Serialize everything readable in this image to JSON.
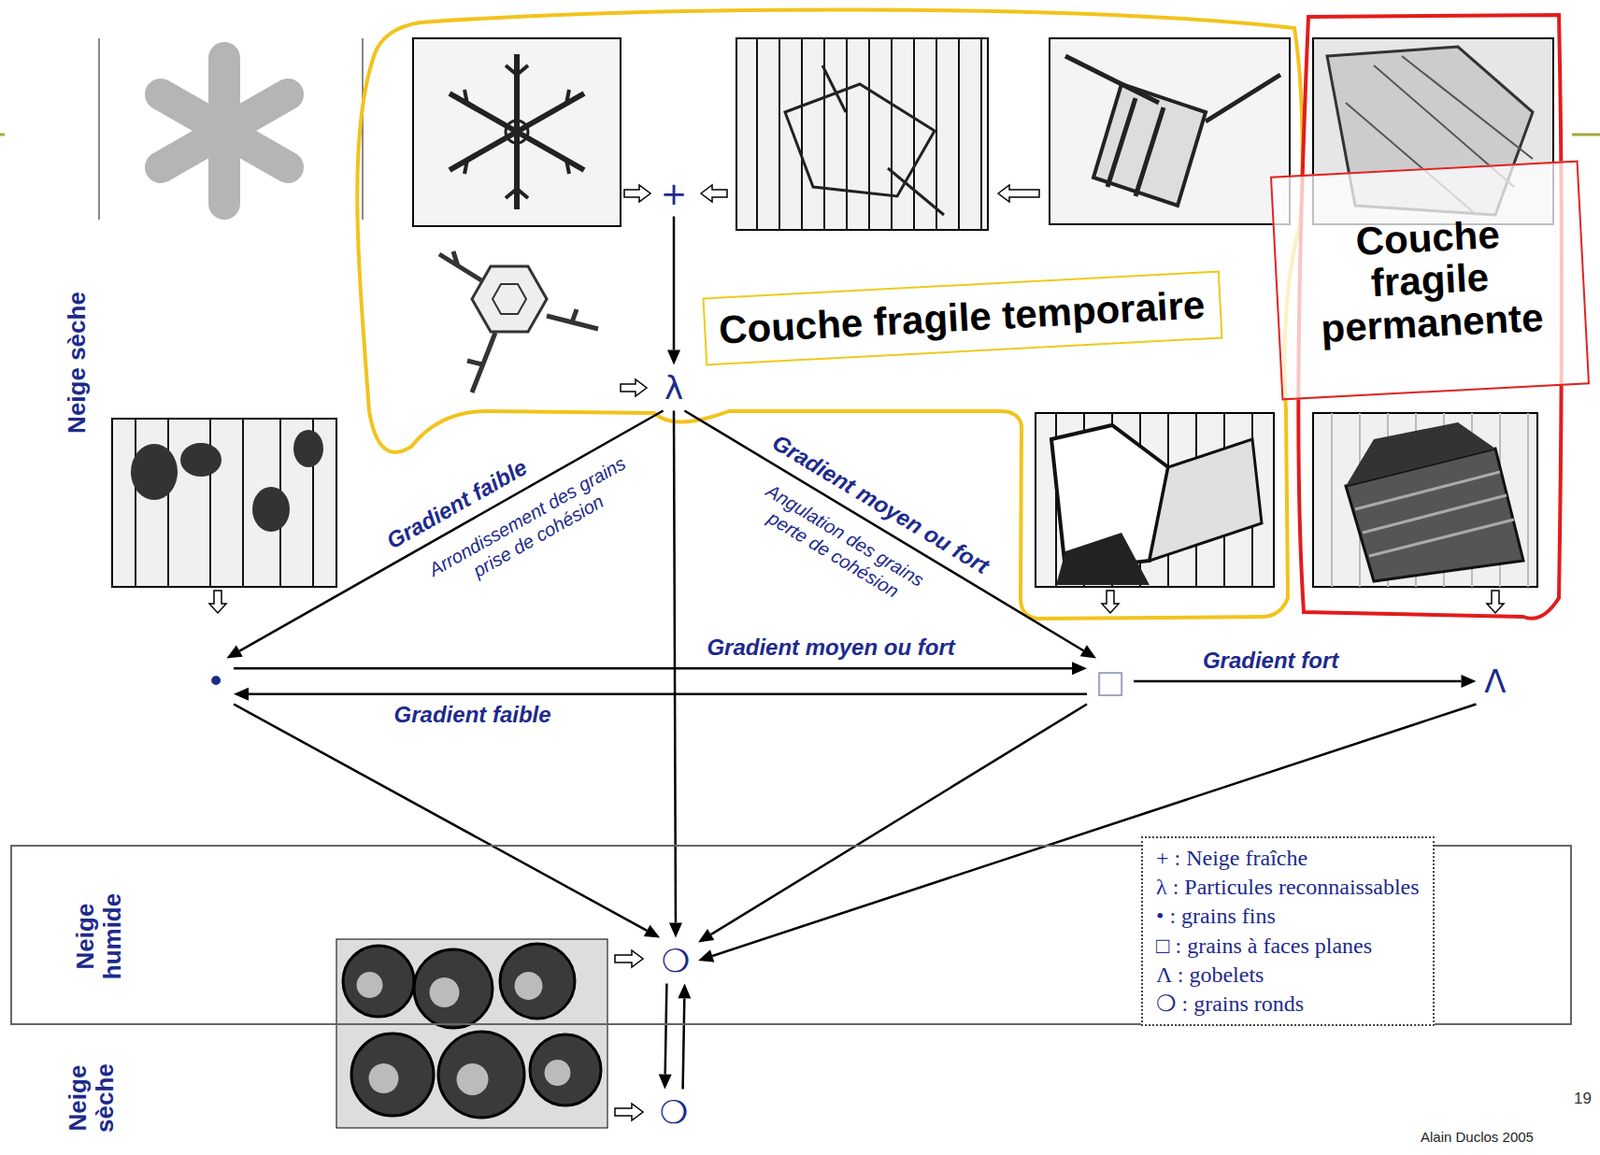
{
  "diagram": {
    "nodes": [
      {
        "text": [
          "+"
        ]
      },
      {
        "text": [
          "Couche fragile temporaire"
        ]
      },
      {
        "text": [
          "Couche fragile permanente"
        ]
      },
      {
        "text": [
          "λ"
        ]
      },
      {
        "text": [
          "•"
        ]
      },
      {
        "text": [
          "□"
        ]
      },
      {
        "text": [
          "Λ"
        ]
      },
      {
        "text": [
          "Neige humide"
        ]
      },
      {
        "text": [
          "❍"
        ],
        "in": 7
      },
      {
        "text": [
          "❍"
        ]
      }
    ],
    "edges": [
      {
        "from": 0,
        "to": 3,
        "arrow": "to"
      },
      {
        "from": 3,
        "to": 4,
        "label": "Gradient faible",
        "arrow": "to"
      },
      {
        "from": 3,
        "to": 5,
        "label": "Gradient moyen ou fort",
        "arrow": "to"
      },
      {
        "from": 4,
        "to": 5,
        "label": "Gradient moyen ou fort",
        "arrow": "to"
      },
      {
        "from": 5,
        "to": 4,
        "label": "Gradient faible",
        "arrow": "to"
      },
      {
        "from": 5,
        "to": 6,
        "label": "Gradient fort",
        "arrow": "to"
      },
      {
        "from": 4,
        "to": 8,
        "arrow": "to"
      },
      {
        "from": 3,
        "to": 8,
        "arrow": "to"
      },
      {
        "from": 5,
        "to": 8,
        "arrow": "to"
      },
      {
        "from": 6,
        "to": 8,
        "arrow": "to"
      },
      {
        "from": 8,
        "to": 9,
        "arrow": "to"
      },
      {
        "from": 9,
        "to": 8,
        "arrow": "to"
      }
    ],
    "labels": [
      "Neige sèche",
      "Arrondissement des grains prise de cohésion",
      "Angulation des grains perte de cohésion",
      "Neige sèche",
      "19",
      "Alain Duclos 2005"
    ],
    "legend": [
      {
        "text": "+ : Neige fraîche"
      },
      {
        "text": "λ : Particules reconnaissables"
      },
      {
        "text": "• : grains fins"
      },
      {
        "text": "□ : grains à faces planes"
      },
      {
        "text": "Λ : gobelets"
      },
      {
        "text": "❍ : grains ronds"
      }
    ]
  }
}
